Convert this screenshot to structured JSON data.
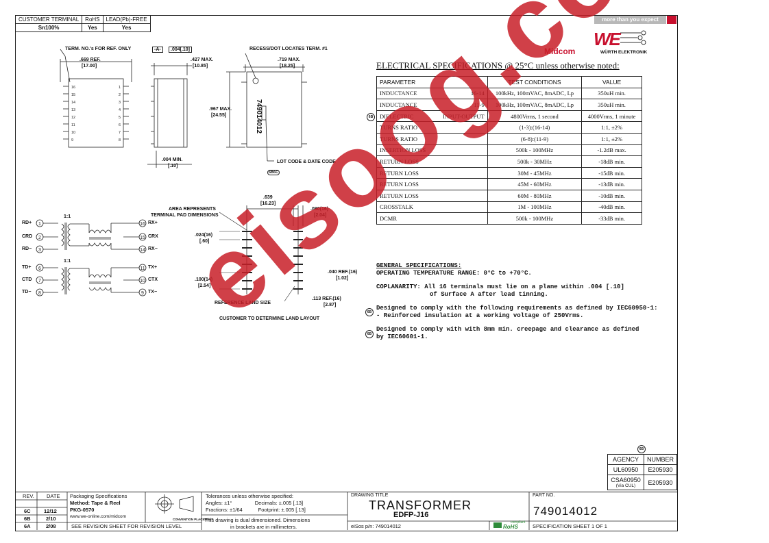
{
  "header_table": {
    "headers": [
      "CUSTOMER TERMINAL",
      "RoHS",
      "LEAD(Pb)-FREE"
    ],
    "values": [
      "Sn100%",
      "Yes",
      "Yes"
    ]
  },
  "brand": {
    "tagline": "more than you expect",
    "midcom": "Midcom",
    "we_mark": "WE",
    "wurth": "WÜRTH ELEKTRONIK"
  },
  "drawing": {
    "term_note": "TERM. NO.'s FOR REF. ONLY",
    "dim_669": ".669 REF.",
    "dim_669_mm": "[17.00]",
    "datum": "-A-",
    "flatness": ".004[.10]",
    "dim_427": ".427 MAX.",
    "dim_427_mm": "[10.85]",
    "dim_004": ".004 MIN.",
    "dim_004_mm": "[.10]",
    "recess_note": "RECESS/DOT LOCATES TERM. #1",
    "dim_719": ".719 MAX.",
    "dim_719_mm": "[18.25]",
    "dim_967": ".967 MAX.",
    "dim_967_mm": "[24.55]",
    "part_marking": "749014012",
    "lot_code": "LOT CODE & DATE CODE",
    "marker_6b6c": "6B6C",
    "left_pins": [
      "16",
      "15",
      "14",
      "13",
      "12",
      "11",
      "10",
      "9"
    ],
    "right_pins": [
      "1",
      "2",
      "3",
      "4",
      "5",
      "6",
      "7",
      "8"
    ]
  },
  "schematic": {
    "ratio_top": "1:1",
    "ratio_bottom": "1:1",
    "left": [
      {
        "name": "RD+",
        "pin": "1"
      },
      {
        "name": "CRD",
        "pin": "2"
      },
      {
        "name": "RD−",
        "pin": "3"
      },
      {
        "name": "TD+",
        "pin": "6"
      },
      {
        "name": "CTD",
        "pin": "7"
      },
      {
        "name": "TD−",
        "pin": "8"
      }
    ],
    "right": [
      {
        "name": "RX+",
        "pin": "16"
      },
      {
        "name": "CRX",
        "pin": "15"
      },
      {
        "name": "RX−",
        "pin": "14"
      },
      {
        "name": "TX+",
        "pin": "11"
      },
      {
        "name": "CTX",
        "pin": "10"
      },
      {
        "name": "TX−",
        "pin": "9"
      }
    ]
  },
  "land": {
    "area_note_1": "AREA REPRESENTS",
    "area_note_2": "TERMINAL PAD DIMENSIONS",
    "dim_639": ".639",
    "dim_639_mm": "[16.23]",
    "dim_080": ".080(16)",
    "dim_080_mm": "[2.04]",
    "dim_024": ".024(16)",
    "dim_024_mm": "[.60]",
    "dim_100": ".100(14)",
    "dim_100_mm": "[2.54]",
    "dim_040": ".040 REF.(16)",
    "dim_040_mm": "[1.02]",
    "dim_113": ".113 REF.(16)",
    "dim_113_mm": "[2.87]",
    "ref_land": "REFERENCE LAND SIZE",
    "customer_note": "CUSTOMER TO DETERMINE LAND LAYOUT"
  },
  "electrical": {
    "title": "ELECTRICAL SPECIFICATIONS @ 25°C unless otherwise noted:",
    "headers": [
      "PARAMETER",
      "TEST CONDITIONS",
      "VALUE"
    ],
    "rows": [
      {
        "param": "INDUCTANCE",
        "pins": "16-14",
        "test": "100kHz, 100mVAC, 8mADC, Lp",
        "value": "350uH min.",
        "mark": ""
      },
      {
        "param": "INDUCTANCE",
        "pins": "11-9",
        "test": "100kHz, 100mVAC, 8mADC, Lp",
        "value": "350uH min.",
        "mark": ""
      },
      {
        "param": "DIELECTRIC",
        "pins": "INPUT-OUTPUT",
        "test": "4800Vrms, 1 second",
        "value": "4000Vrms, 1 minute",
        "mark": "6B"
      },
      {
        "param": "TURNS RATIO",
        "pins": "",
        "test": "(1-3):(16-14)",
        "value": "1:1, ±2%",
        "mark": ""
      },
      {
        "param": "TURNS RATIO",
        "pins": "",
        "test": "(6-8):(11-9)",
        "value": "1:1, ±2%",
        "mark": ""
      },
      {
        "param": "INSERTION LOSS",
        "pins": "",
        "test": "500k - 100MHz",
        "value": "-1.2dB max.",
        "mark": ""
      },
      {
        "param": "RETURN LOSS",
        "pins": "",
        "test": "500k - 30MHz",
        "value": "-18dB min.",
        "mark": ""
      },
      {
        "param": "RETURN LOSS",
        "pins": "",
        "test": "30M - 45MHz",
        "value": "-15dB min.",
        "mark": ""
      },
      {
        "param": "RETURN LOSS",
        "pins": "",
        "test": "45M - 60MHz",
        "value": "-13dB min.",
        "mark": ""
      },
      {
        "param": "RETURN LOSS",
        "pins": "",
        "test": "60M - 80MHz",
        "value": "-10dB min.",
        "mark": ""
      },
      {
        "param": "CROSSTALK",
        "pins": "",
        "test": "1M - 100MHz",
        "value": "-40dB min.",
        "mark": ""
      },
      {
        "param": "DCMR",
        "pins": "",
        "test": "500k - 100MHz",
        "value": "-33dB min.",
        "mark": ""
      }
    ]
  },
  "general": {
    "title": "GENERAL SPECIFICATIONS:",
    "temp": "OPERATING TEMPERATURE RANGE: 0°C to +70°C.",
    "coplanarity_1": "COPLANARITY:  All 16 terminals must lie on a plane within .004 [.10]",
    "coplanarity_2": "of Surface A after lead tinning.",
    "note1_1": "Designed to comply with the following requirements as defined by IEC60950-1:",
    "note1_2": "- Reinforced insulation at a working voltage of 250Vrms.",
    "note2_1": "Designed to comply with with 8mm min. creepage and clearance as defined",
    "note2_2": "by IEC60601-1.",
    "mark": "6B"
  },
  "agency": {
    "mark": "6B",
    "headers": [
      "AGENCY",
      "NUMBER"
    ],
    "rows": [
      {
        "agency": "UL60950",
        "sub": "",
        "number": "E205930"
      },
      {
        "agency": "CSA60950",
        "sub": "(Via CUL)",
        "number": "E205930"
      }
    ]
  },
  "title_block": {
    "rev_headers": [
      "REV.",
      "DATE"
    ],
    "revisions": [
      {
        "rev": "6C",
        "date": "12/12"
      },
      {
        "rev": "6B",
        "date": "2/10"
      },
      {
        "rev": "6A",
        "date": "2/08"
      }
    ],
    "packaging_1": "Packaging Specifications",
    "packaging_2": "Method:  Tape & Reel",
    "packaging_3": "PKG-0570",
    "website": "www.we-online.com/midcom",
    "rev_sheet": "SEE REVISION SHEET FOR REVISION LEVEL",
    "convention": "CONVENTION PLACEMENT",
    "tol_1": "Tolerances unless otherwise specified:",
    "tol_2": "Angles: ±1°                Decimals: ±.005 [.13]",
    "tol_3": "Fractions: ±1/64           Footprint: ±.005 [.13]",
    "dual_1": "This drawing is dual dimensioned.  Dimensions",
    "dual_2": "in brackets are in millimeters.",
    "drawing_title_label": "DRAWING TITLE",
    "drawing_title": "TRANSFORMER",
    "drawing_subtitle": "EDFP-J16",
    "elsos": "eiSos p/n:  749014012",
    "rohs_small": "compliant",
    "rohs": "RoHS",
    "part_no_label": "PART NO.",
    "part_no": "749014012",
    "spec_sheet": "SPECIFICATION SHEET  1  OF  1"
  },
  "watermark": "eisoog.com"
}
